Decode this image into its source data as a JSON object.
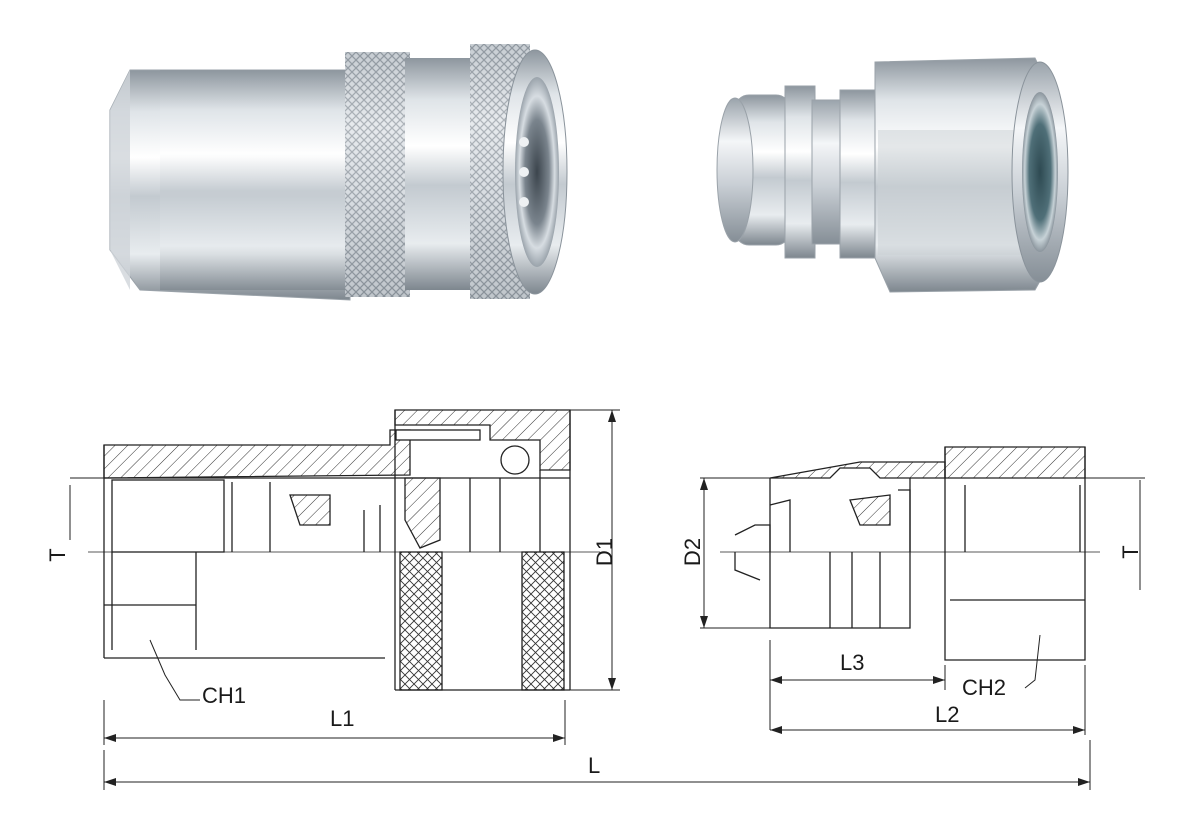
{
  "figure": {
    "labels": {
      "T_left": "T",
      "T_right": "T",
      "D1": "D1",
      "D2": "D2",
      "CH1": "CH1",
      "CH2": "CH2",
      "L1": "L1",
      "L2": "L2",
      "L3": "L3",
      "L": "L"
    },
    "colors": {
      "metal_light": "#e9ecef",
      "metal_mid": "#b9c0c7",
      "metal_dark": "#6d7780",
      "line": "#222222"
    }
  }
}
